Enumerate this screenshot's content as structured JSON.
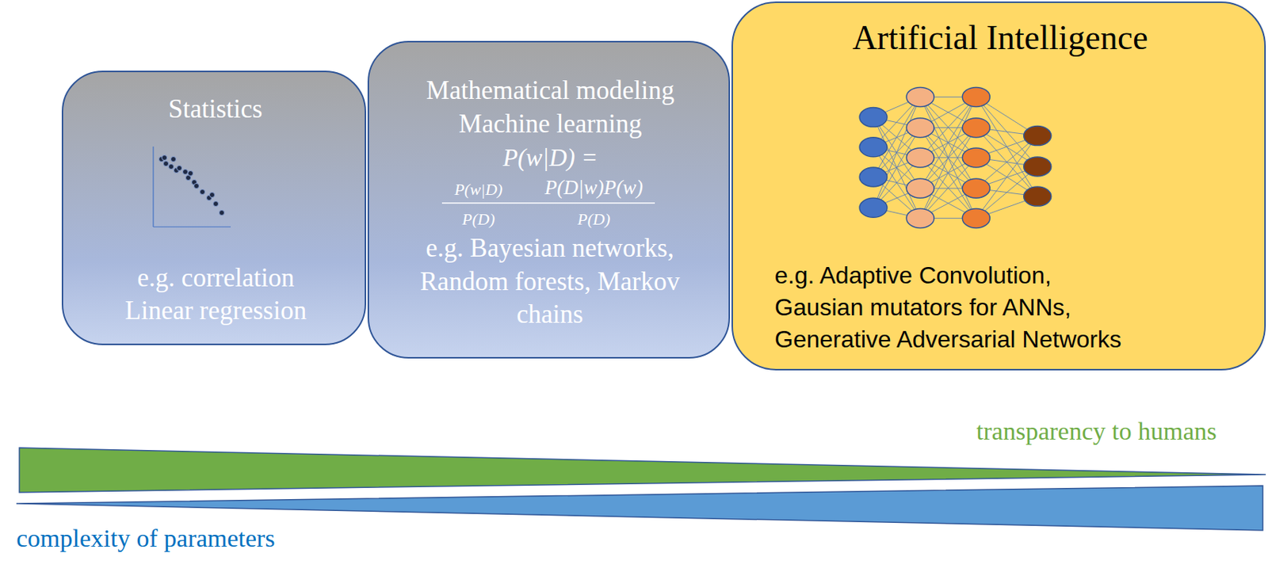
{
  "diagram": {
    "nodes": [
      {
        "text": [
          "Statistics",
          "e.g. correlation Linear regression"
        ]
      },
      {
        "text": [
          "Mathematical modeling Machine learning",
          "P(w|D) =",
          "P(w|D)",
          "P(D)",
          "P(D|w)P(w)",
          "P(D)",
          "e.g. Bayesian networks, Random forests, Markov chains"
        ]
      },
      {
        "text": [
          "Artificial Intelligence",
          "e.g. Adaptive Convolution, Gausian mutators for ANNs, Generative Adversarial Networks"
        ]
      }
    ],
    "labels": [
      "transparency to humans",
      "complexity of parameters"
    ]
  }
}
